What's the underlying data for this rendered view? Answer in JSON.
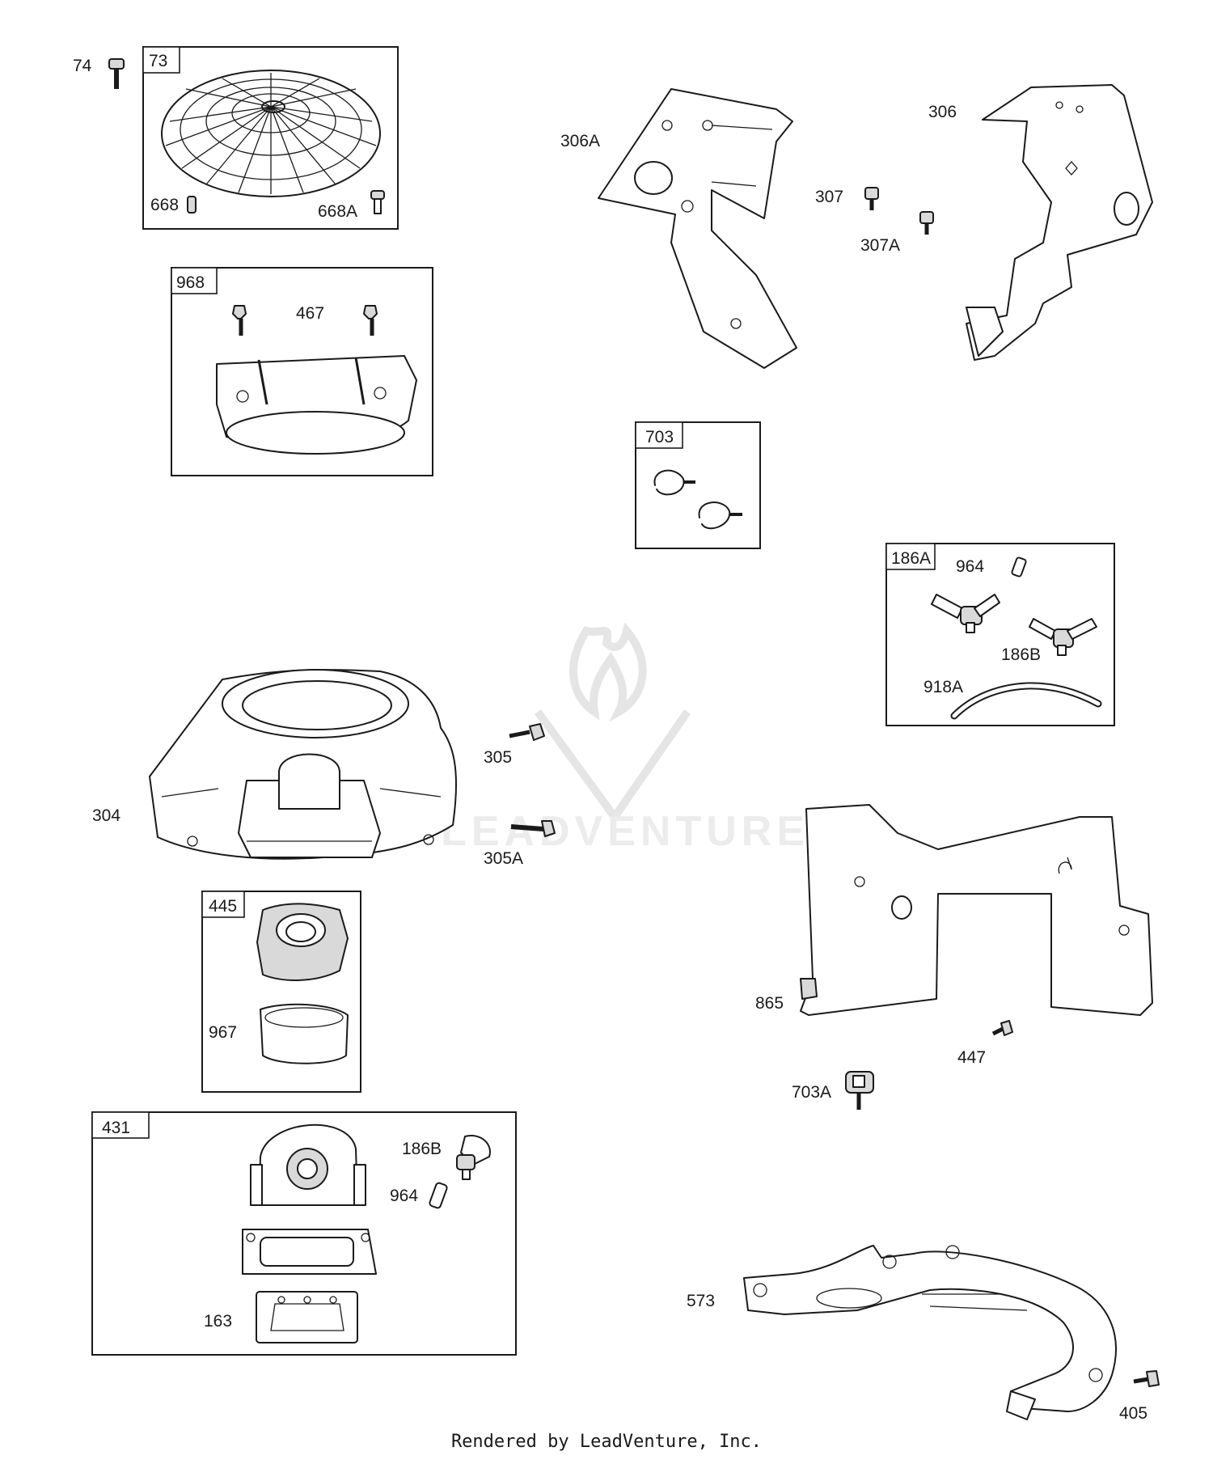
{
  "labels": {
    "p74": "74",
    "p73": "73",
    "p668": "668",
    "p668a": "668A",
    "p968": "968",
    "p467": "467",
    "p306a": "306A",
    "p306": "306",
    "p307": "307",
    "p307a": "307A",
    "p703": "703",
    "p186a": "186A",
    "p964a": "964",
    "p186b_a": "186B",
    "p918a": "918A",
    "p304": "304",
    "p305": "305",
    "p305a": "305A",
    "p445": "445",
    "p967": "967",
    "p865": "865",
    "p447": "447",
    "p703a": "703A",
    "p431": "431",
    "p186b_b": "186B",
    "p964b": "964",
    "p163": "163",
    "p573": "573",
    "p405": "405"
  },
  "watermark": "LEADVENTURE",
  "footer": "Rendered by LeadVenture, Inc."
}
